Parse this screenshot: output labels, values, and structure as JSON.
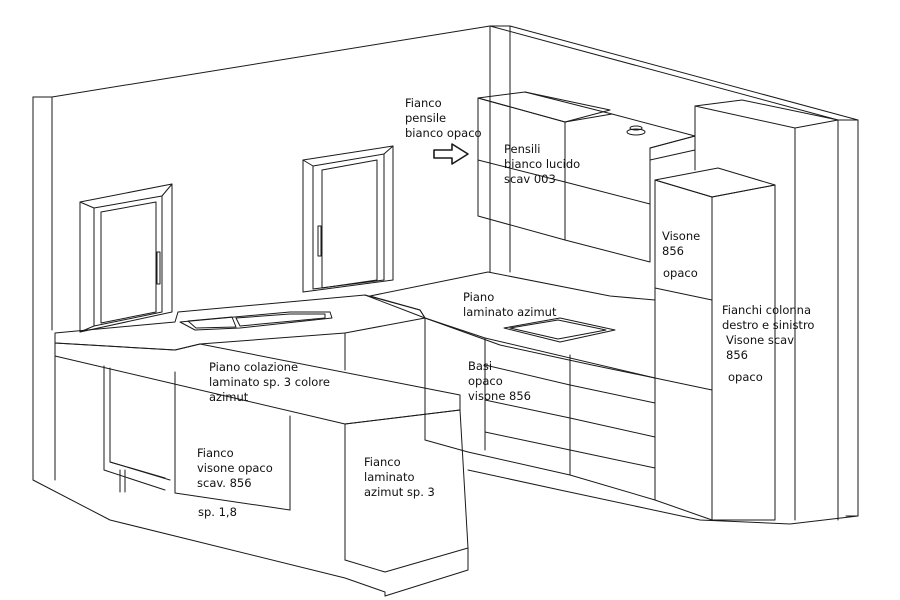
{
  "labels": {
    "fianco_pensile": [
      "Fianco",
      "pensile",
      "bianco opaco"
    ],
    "pensili": [
      "Pensili",
      "bianco lucido",
      "scav 003"
    ],
    "visone_856": [
      "Visone",
      "856"
    ],
    "visone_opaco": "opaco",
    "piano_laminato": [
      "Piano",
      "laminato azimut"
    ],
    "fianchi_colonna": [
      "Fianchi colonna",
      "destro e sinistro",
      "Visone scav",
      "856"
    ],
    "fianchi_colonna_opaco": "opaco",
    "piano_colazione": [
      "Piano colazione",
      "laminato sp. 3 colore",
      "azimut"
    ],
    "basi": [
      "Basi",
      "opaco",
      "visone 856"
    ],
    "fianco_visone": [
      "Fianco",
      "visone opaco",
      "scav. 856"
    ],
    "spessore": "sp. 1,8",
    "fianco_laminato": [
      "Fianco",
      "laminato",
      "azimut sp. 3"
    ]
  },
  "colors": {
    "line": "#1a1a1a",
    "text": "#111111",
    "background": "#ffffff"
  },
  "icons": {
    "arrow": "right-arrow-icon"
  }
}
